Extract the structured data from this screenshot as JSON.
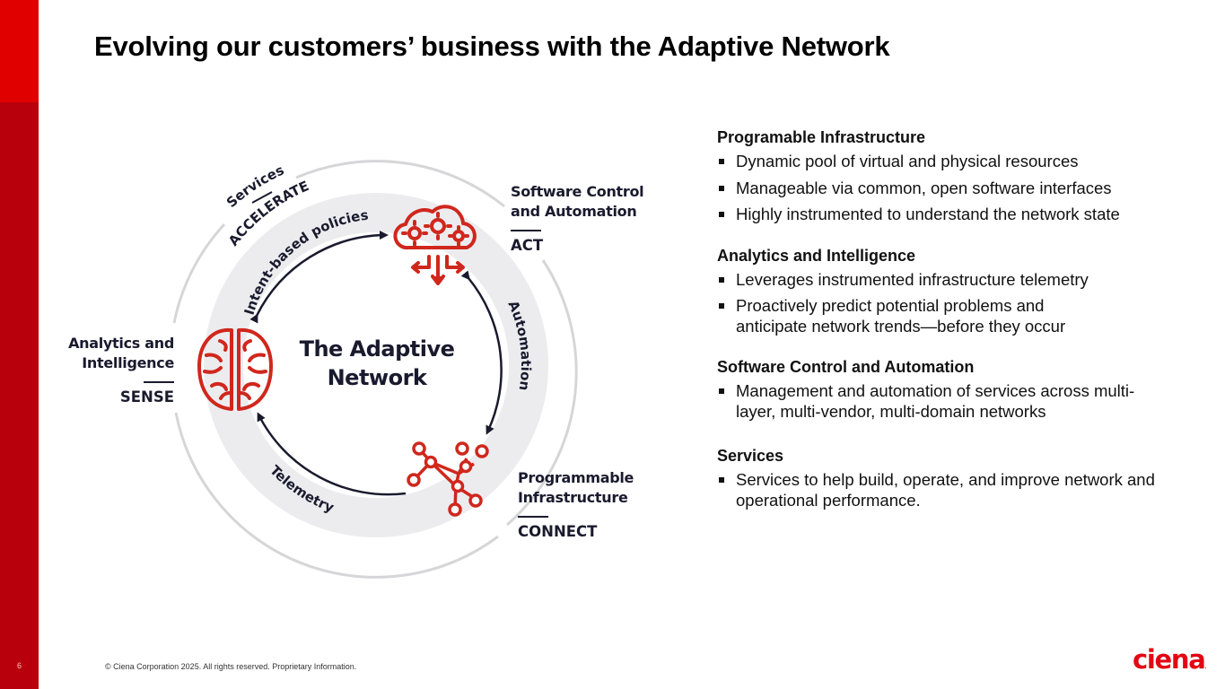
{
  "slide": {
    "title": "Evolving our customers’ business with the Adaptive Network",
    "page_number": "6",
    "footer": "© Ciena Corporation 2025. All rights reserved. Proprietary Information.",
    "logo_text": "ciena",
    "logo_mark": ".",
    "colors": {
      "sidebar_red": "#b8000c",
      "sidebar_top_red": "#e00000",
      "icon_red": "#d0271d",
      "diagram_navy": "#1a1a2e",
      "band_gray": "#ececef",
      "ring_gray": "#d6d6d9"
    }
  },
  "diagram": {
    "center_title_line1": "The Adaptive",
    "center_title_line2": "Network",
    "arc_labels": {
      "top_left": "Intent-based policies",
      "right": "Automation",
      "bottom": "Telemetry"
    },
    "outer_labels": {
      "services": "Services",
      "accelerate": "ACCELERATE"
    },
    "nodes": [
      {
        "id": "act",
        "name_line1": "Software Control",
        "name_line2": "and Automation",
        "verb": "ACT",
        "icon": "cloud-gears-icon"
      },
      {
        "id": "sense",
        "name_line1": "Analytics and",
        "name_line2": "Intelligence",
        "verb": "SENSE",
        "icon": "brain-icon"
      },
      {
        "id": "connect",
        "name_line1": "Programmable",
        "name_line2": "Infrastructure",
        "verb": "CONNECT",
        "icon": "network-nodes-icon"
      }
    ]
  },
  "panel": {
    "sections": [
      {
        "heading": "Programable Infrastructure",
        "bullets": [
          "Dynamic pool of virtual and physical resources",
          "Manageable via common, open software interfaces",
          "Highly instrumented to understand the network state"
        ]
      },
      {
        "heading": "Analytics and Intelligence",
        "bullets": [
          "Leverages instrumented infrastructure telemetry",
          "Proactively predict potential problems and anticipate network trends—before they occur"
        ]
      },
      {
        "heading": "Software Control and Automation",
        "bullets": [
          "Management and automation of services across multi-layer, multi-vendor, multi-domain networks"
        ]
      },
      {
        "heading": "Services",
        "bullets": [
          "Services to help build, operate, and improve network and operational performance."
        ]
      }
    ]
  }
}
